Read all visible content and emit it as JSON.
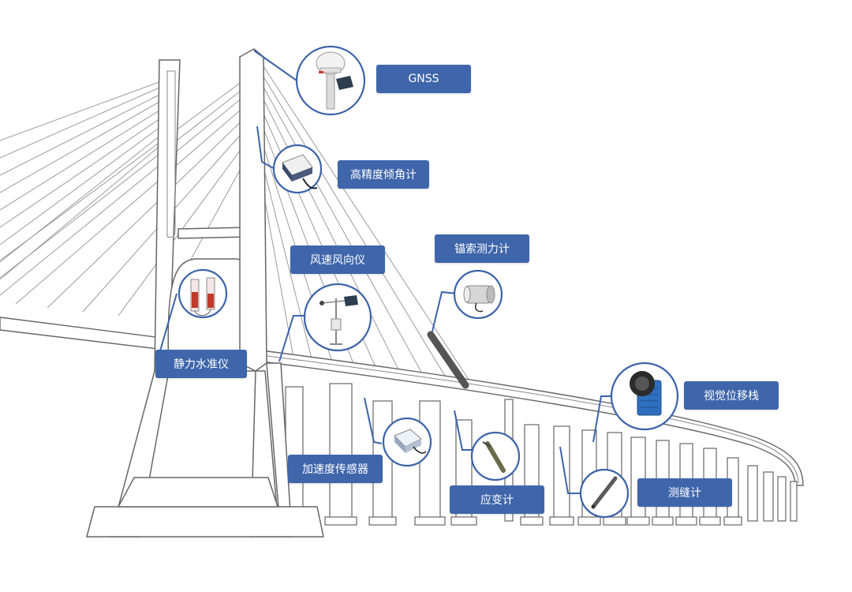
{
  "labels": {
    "gnss": "GNSS",
    "inclinometer": "高精度倾角计",
    "anemometer": "风速风向仪",
    "cable_force": "锚索测力计",
    "level": "静力水准仪",
    "visual": "视觉位移栈",
    "accelerometer": "加速度传感器",
    "strain": "应变计",
    "crack": "测缝计"
  },
  "colors": {
    "label_bg": "#3f66ab",
    "callout": "#3c63a8",
    "structure": "#666666"
  }
}
